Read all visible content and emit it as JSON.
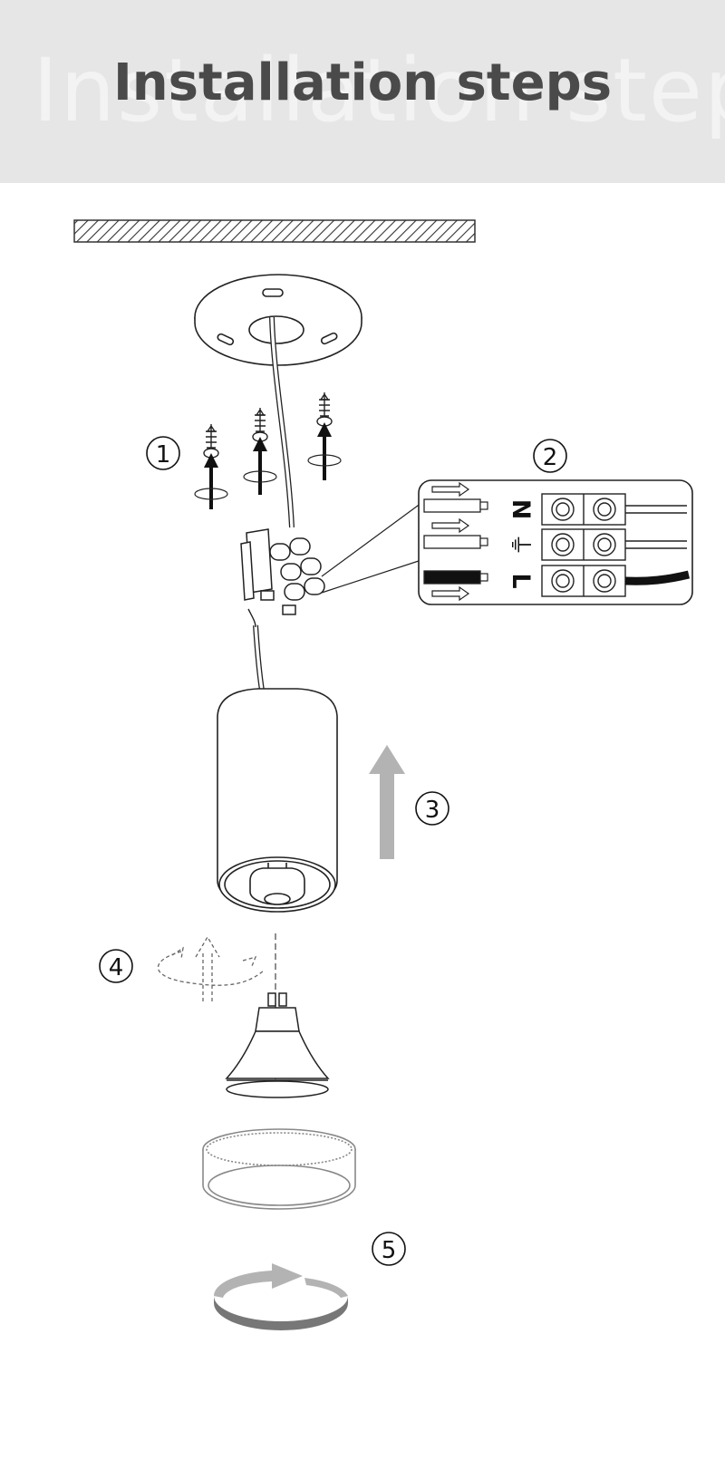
{
  "header": {
    "title": "Installation steps",
    "watermark": "Installation steps"
  },
  "steps": [
    {
      "number": "1"
    },
    {
      "number": "2"
    },
    {
      "number": "3"
    },
    {
      "number": "4"
    },
    {
      "number": "5"
    }
  ],
  "wiring": {
    "terminals": [
      {
        "label": "N"
      },
      {
        "label": "⏚"
      },
      {
        "label": "L"
      }
    ]
  },
  "colors": {
    "header_bg": "#e6e6e6",
    "title": "#4a4a4a",
    "arrow_gray": "#b3b3b3",
    "ring_arrow": "#777777"
  }
}
